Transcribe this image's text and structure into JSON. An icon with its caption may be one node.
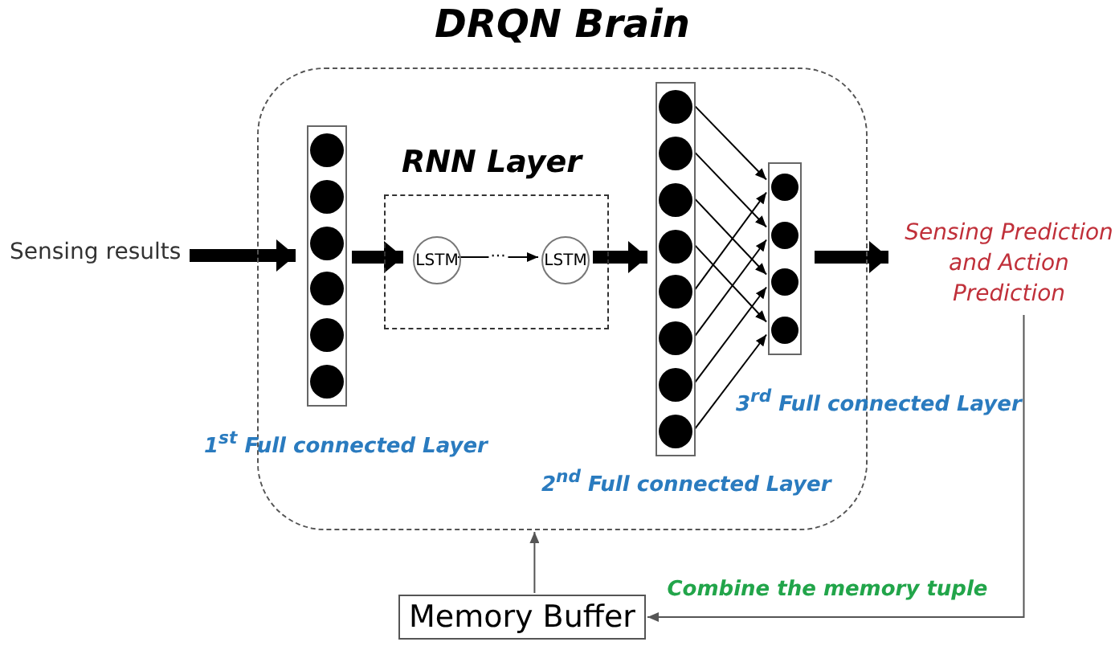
{
  "diagram": {
    "nodes": [
      {
        "text": [
          "DRQN Brain"
        ]
      },
      {
        "text": [
          "Sensing results"
        ]
      },
      {
        "text": [],
        "shape": "bar",
        "in": 0,
        "beside": [
          "1$^{st}$ Full connected Layer"
        ]
      },
      {
        "text": [
          "RNN Layer"
        ],
        "in": 0
      },
      {
        "text": [
          "LSTM"
        ],
        "in": 3
      },
      {
        "text": [
          "LSTM"
        ],
        "in": 3
      },
      {
        "text": [],
        "shape": "bar",
        "in": 0,
        "beside": [
          "2$^{nd}$ Full connected Layer"
        ]
      },
      {
        "text": [],
        "shape": "bar",
        "in": 0,
        "beside": [
          "3$^{rd}$ Full connected Layer"
        ]
      },
      {
        "text": [
          "Sensing Prediction and Action Prediction"
        ]
      },
      {
        "text": [
          "Memory Buffer"
        ]
      }
    ],
    "edges": [
      {
        "from": 1,
        "to": 2,
        "arrow": "to",
        "style": "thick"
      },
      {
        "from": 2,
        "to": 4,
        "arrow": "to",
        "style": "thick"
      },
      {
        "from": 4,
        "to": 5,
        "arrow": "to",
        "label": "···"
      },
      {
        "from": 5,
        "to": 6,
        "arrow": "to",
        "style": "thick"
      },
      {
        "from": 6,
        "to": 7,
        "arrow": "to"
      },
      {
        "from": 6,
        "to": 7,
        "arrow": "to"
      },
      {
        "from": 6,
        "to": 7,
        "arrow": "to"
      },
      {
        "from": 6,
        "to": 7,
        "arrow": "to"
      },
      {
        "from": 6,
        "to": 7,
        "arrow": "to"
      },
      {
        "from": 6,
        "to": 7,
        "arrow": "to"
      },
      {
        "from": 6,
        "to": 7,
        "arrow": "to"
      },
      {
        "from": 6,
        "to": 7,
        "arrow": "to"
      },
      {
        "from": 7,
        "to": 8,
        "arrow": "to",
        "style": "thick"
      },
      {
        "from": 8,
        "to": 9,
        "arrow": "to",
        "label": "Combine the memory tuple"
      },
      {
        "from": 9,
        "to": 0,
        "arrow": "to"
      }
    ]
  }
}
